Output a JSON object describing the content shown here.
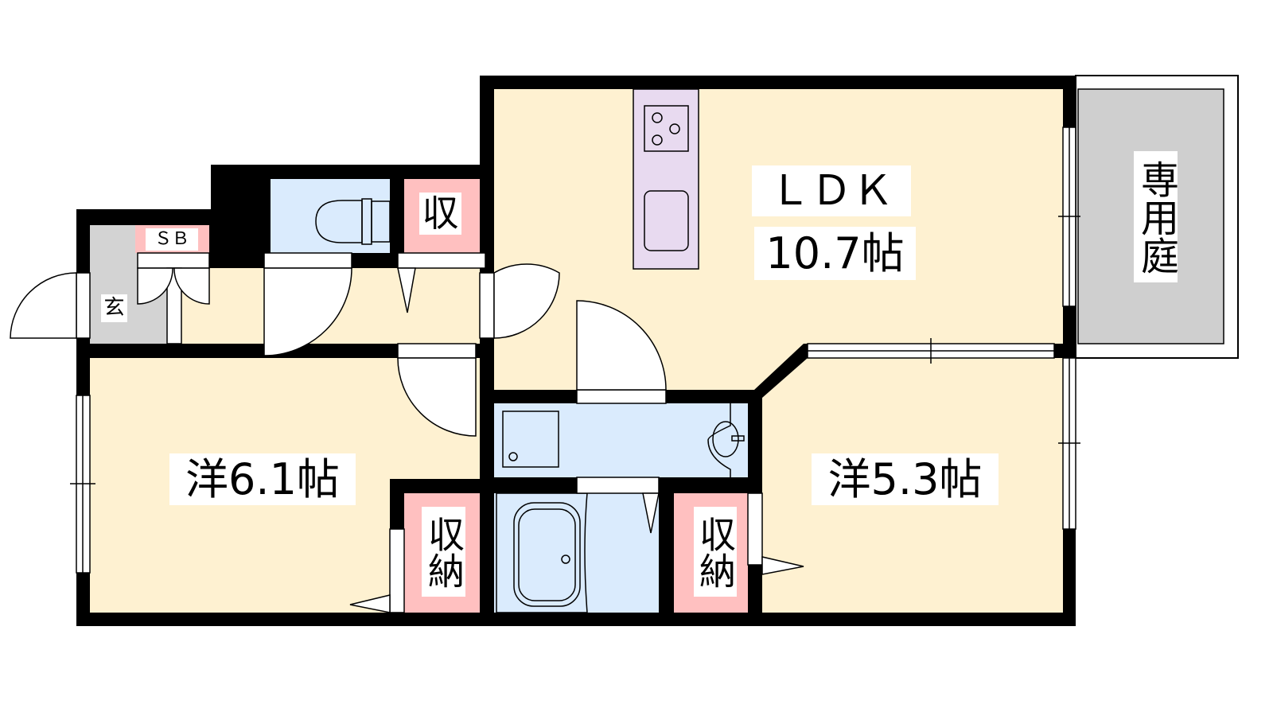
{
  "rooms": {
    "ldk": {
      "name": "ＬＤＫ",
      "size": "10.7帖"
    },
    "western_left": {
      "label": "洋6.1帖"
    },
    "western_right": {
      "label": "洋5.3帖"
    },
    "garden": {
      "label": "専用庭"
    },
    "storage_top": {
      "label": "収"
    },
    "shoe_box": {
      "label": "ＳＢ"
    },
    "entrance": {
      "label": "玄"
    },
    "storage_left": {
      "label": "収納"
    },
    "storage_right": {
      "label": "収納"
    }
  },
  "colors": {
    "wall": "#000000",
    "living": "#FEF1D1",
    "wet": "#DAEBFD",
    "storage": "#FFC0C0",
    "entrance": "#D3D3D3",
    "kitchen": "#E8DAF0",
    "garden": "#CFCFCF"
  }
}
